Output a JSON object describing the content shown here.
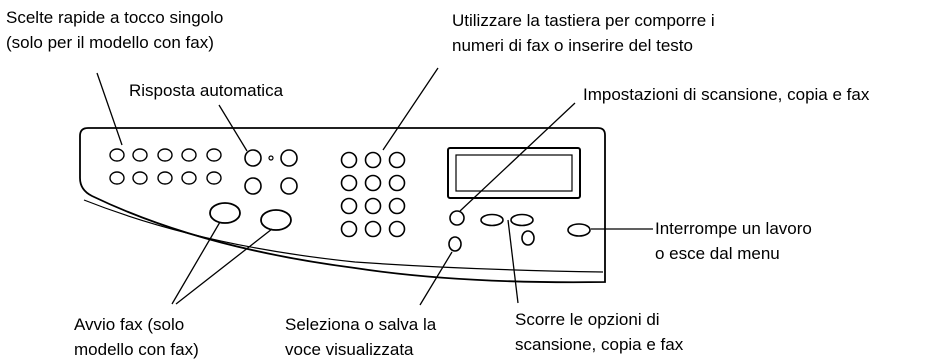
{
  "labels": {
    "speed_dials": "Scelte rapide a tocco singolo\n(solo per il modello con fax)",
    "keypad": "Utilizzare la tastiera per comporre i\nnumeri di fax o inserire del testo",
    "auto_answer": "Risposta automatica",
    "settings": "Impostazioni di scansione, copia e fax",
    "cancel": "Interrompe un lavoro\no esce dal menu",
    "start_fax": "Avvio fax (solo\nmodello con fax)",
    "select_save": "Seleziona o salva la\nvoce visualizzata",
    "scroll": "Scorre le opzioni di\nscansione, copia e fax"
  },
  "colors": {
    "line": "#000000",
    "background": "#ffffff"
  }
}
